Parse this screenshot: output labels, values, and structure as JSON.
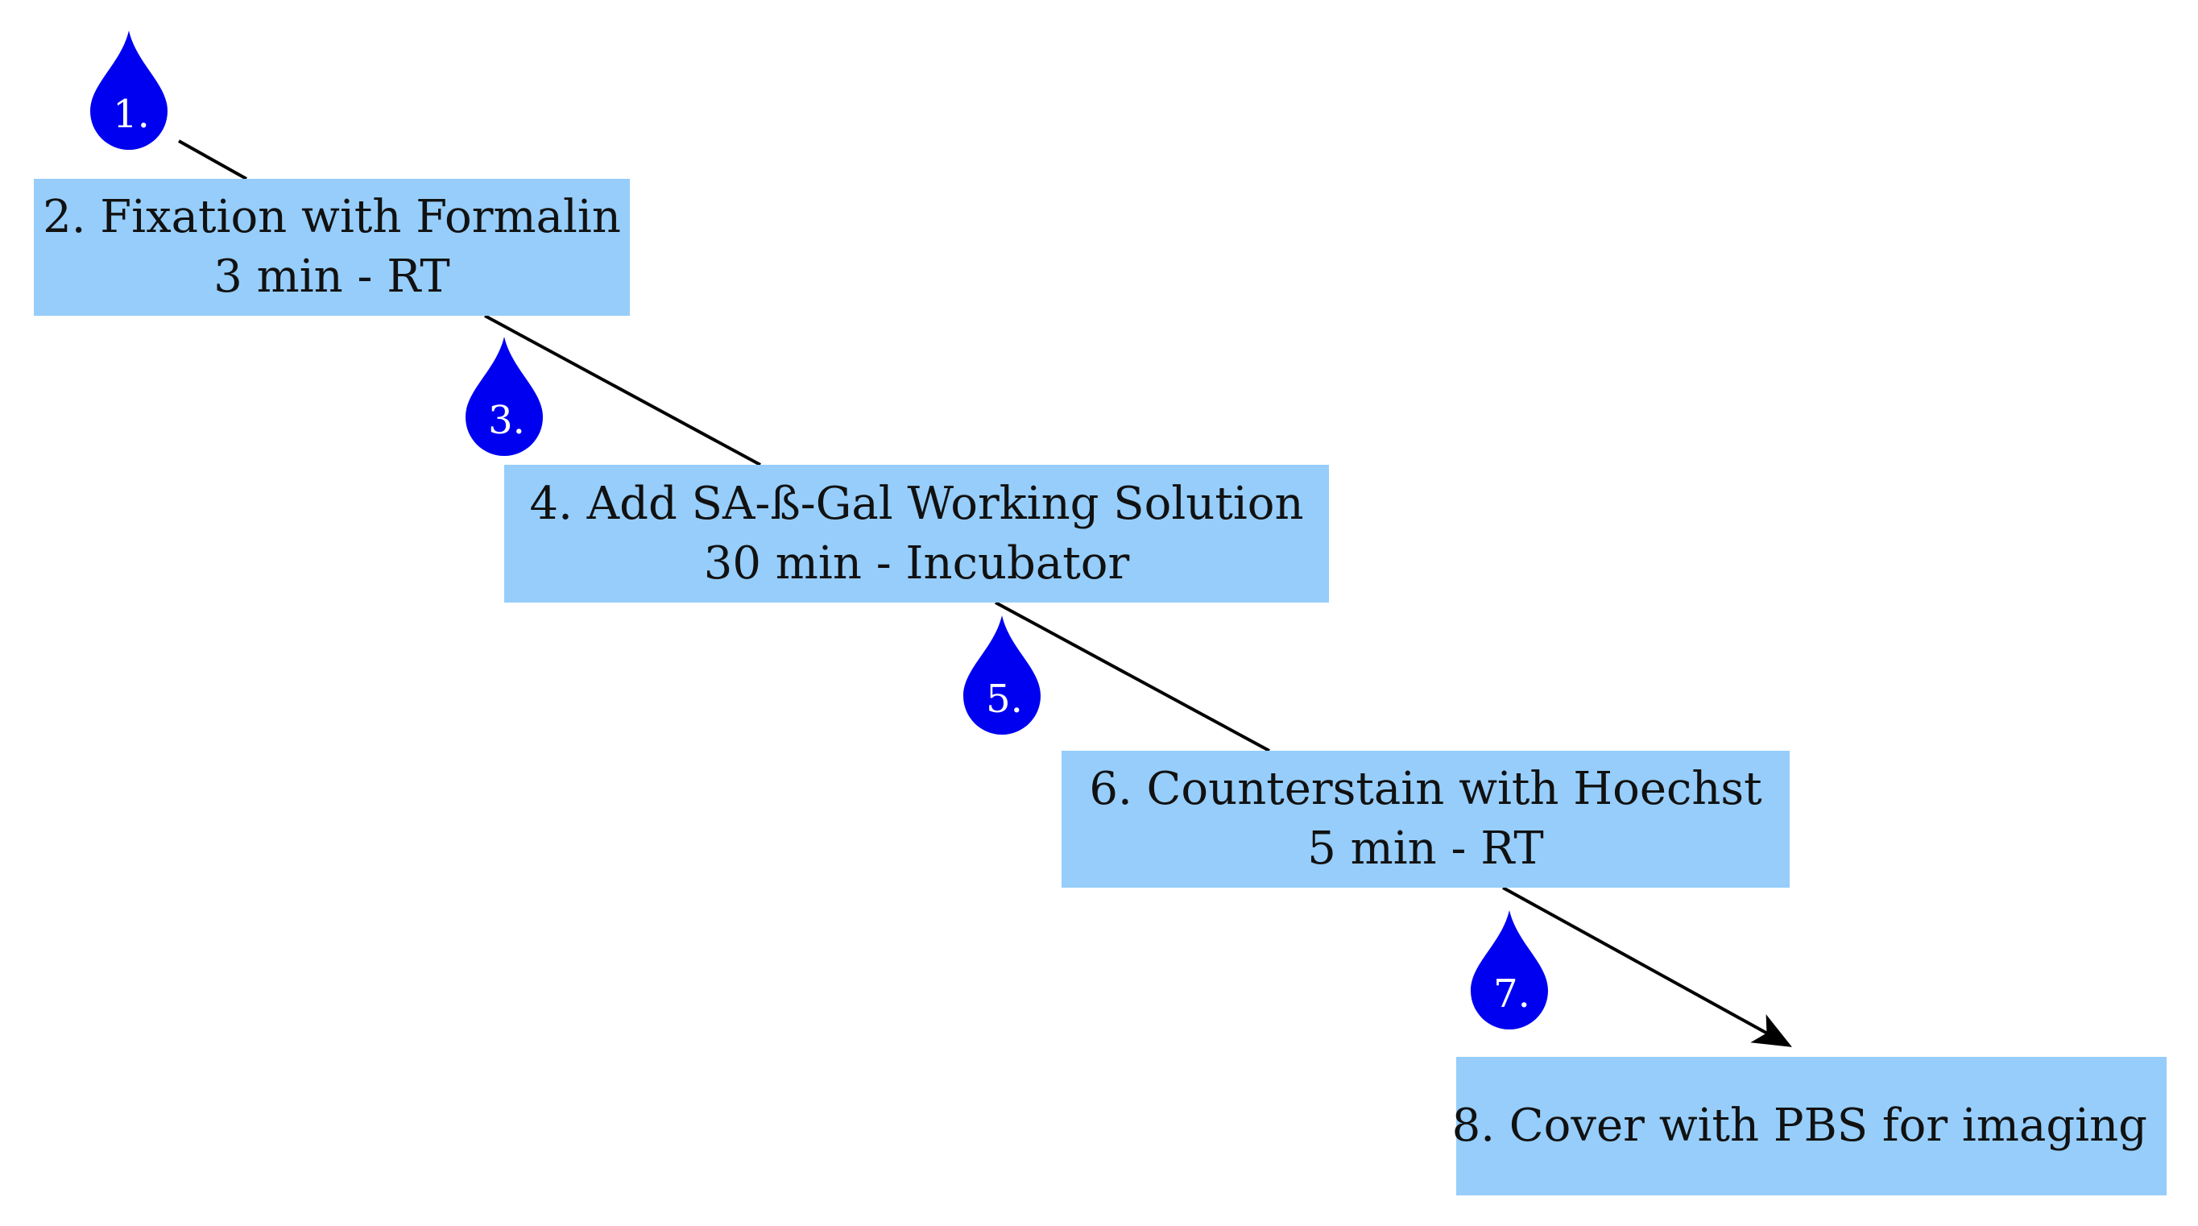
{
  "colors": {
    "box_fill": "#96cdfa",
    "drop_fill": "#0000f0",
    "drop_text": "#ffffff",
    "connector": "#000000",
    "text": "#111111"
  },
  "drops": [
    {
      "label": "1.",
      "icon": "droplet-icon"
    },
    {
      "label": "3.",
      "icon": "droplet-icon"
    },
    {
      "label": "5.",
      "icon": "droplet-icon"
    },
    {
      "label": "7.",
      "icon": "droplet-icon"
    }
  ],
  "steps": [
    {
      "line1": "2. Fixation with Formalin",
      "line2": "3 min - RT"
    },
    {
      "line1": "4. Add SA-ß-Gal Working Solution",
      "line2": "30 min - Incubator"
    },
    {
      "line1": "6. Counterstain with Hoechst",
      "line2": "5 min - RT"
    },
    {
      "line1": "8. Cover with PBS for imaging"
    }
  ]
}
